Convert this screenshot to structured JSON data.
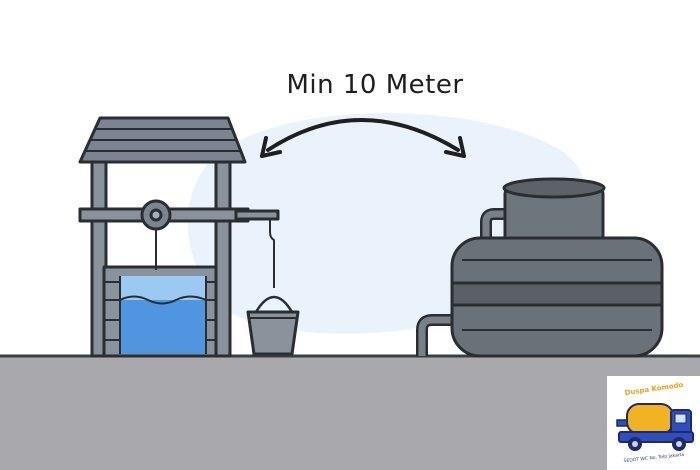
{
  "diagram": {
    "distance_label": "Min 10 Meter",
    "colors": {
      "ground": "#a9a9ad",
      "sky_blob": "#e9f1fa",
      "well_stone": "#7d8692",
      "roof": "#6e7782",
      "water": "#4f95e0",
      "water_light": "#8cc0f0",
      "tank": "#6b7178",
      "tank_dark": "#4f555b",
      "outline": "#2a2e33"
    },
    "icons": [
      "well-icon",
      "bucket-icon",
      "septic-tank-icon",
      "double-arrow-icon",
      "truck-logo-icon"
    ]
  },
  "logo": {
    "name_text": "Duspa Komodo",
    "contact_text": "SEDOT WC No. Telp Jakarta"
  }
}
